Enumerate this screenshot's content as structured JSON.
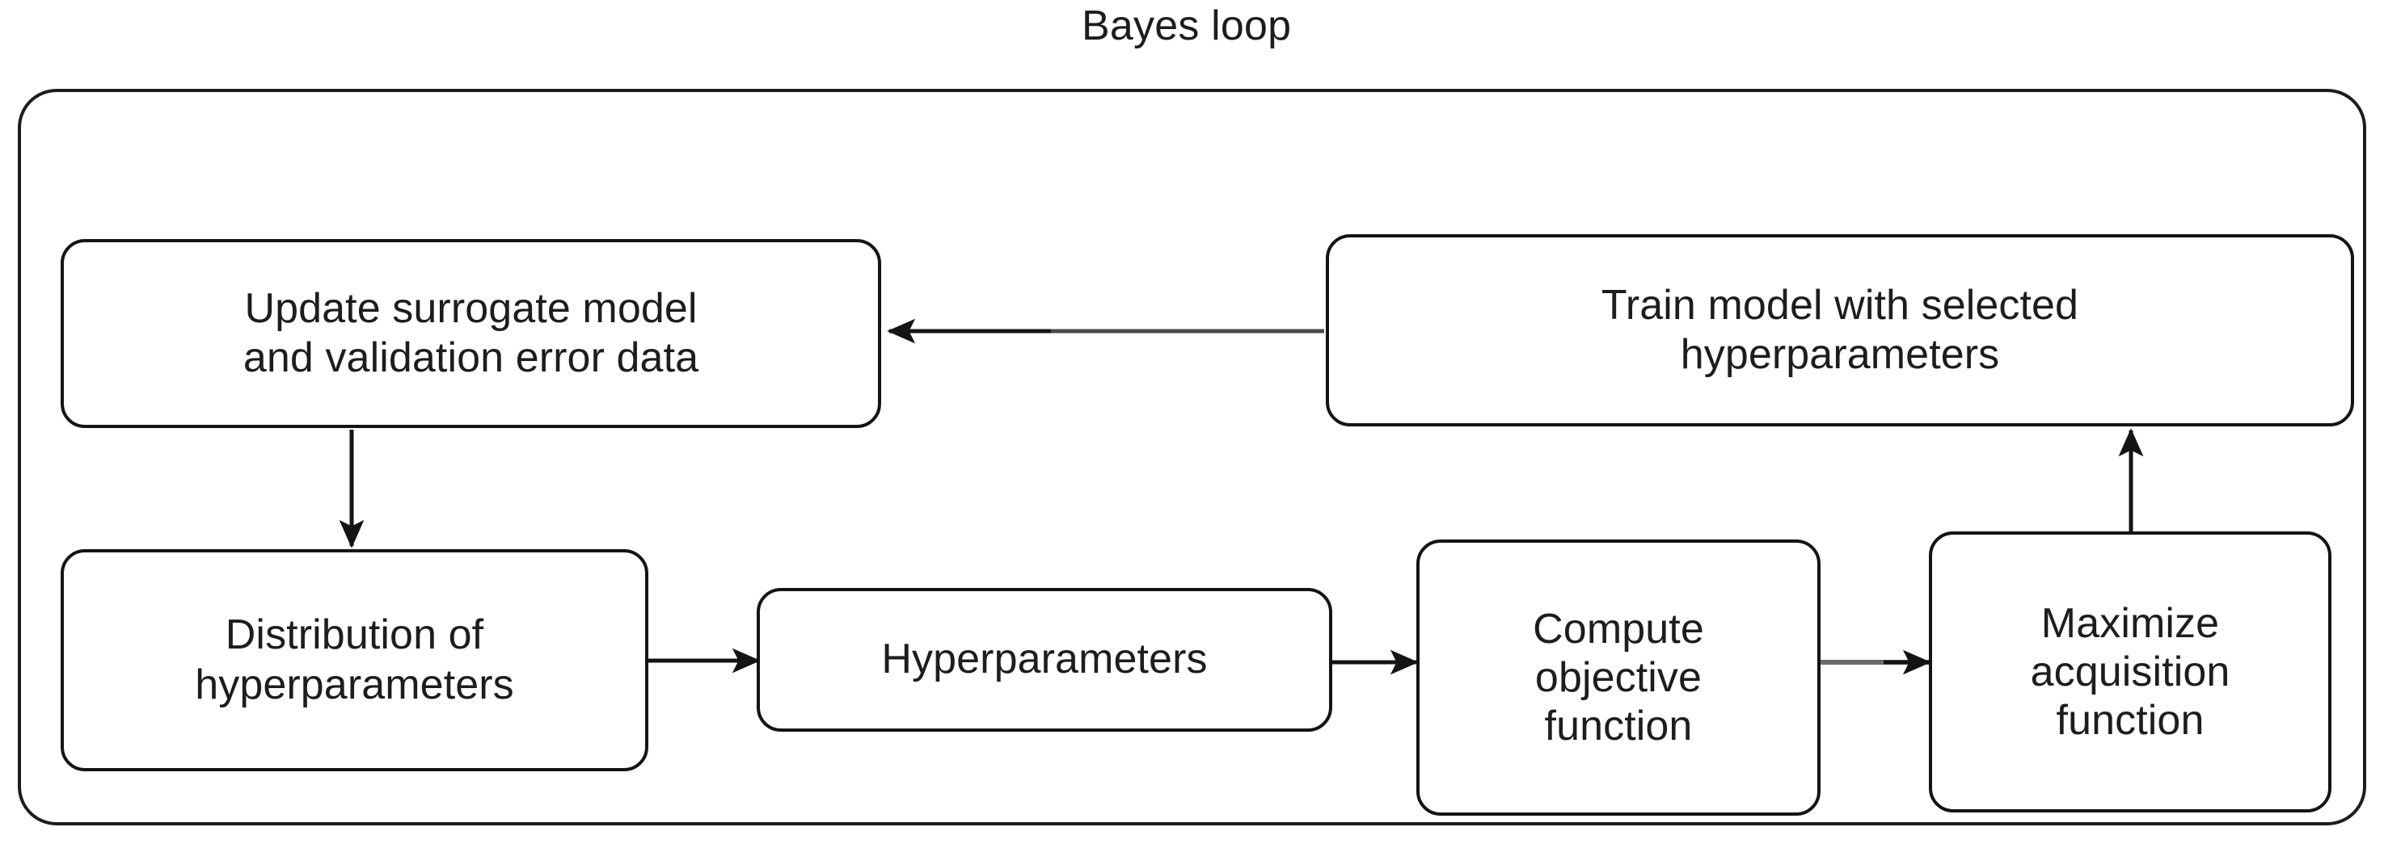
{
  "diagram": {
    "title": "Bayes loop",
    "group": {
      "label": "Bayes loop"
    },
    "nodes": [
      {
        "id": "update-surrogate-model",
        "label": "Update surrogate model\nand validation error data"
      },
      {
        "id": "train-model",
        "label": "Train model with selected\nhyperparameters"
      },
      {
        "id": "distribution-of-hyperparameters",
        "label": "Distribution of\nhyperparameters"
      },
      {
        "id": "hyperparameters",
        "label": "Hyperparameters"
      },
      {
        "id": "compute-objective-function",
        "label": "Compute\nobjective\nfunction"
      },
      {
        "id": "maximize-acquisition-function",
        "label": "Maximize\nacquisition\nfunction"
      }
    ],
    "edges": [
      {
        "id": "train-to-update",
        "from": "train-model",
        "to": "update-surrogate-model",
        "direction": "left"
      },
      {
        "id": "update-to-distribution",
        "from": "update-surrogate-model",
        "to": "distribution-of-hyperparameters",
        "direction": "down"
      },
      {
        "id": "distribution-to-hyperparameters",
        "from": "distribution-of-hyperparameters",
        "to": "hyperparameters",
        "direction": "right"
      },
      {
        "id": "hyperparameters-to-compute",
        "from": "hyperparameters",
        "to": "compute-objective-function",
        "direction": "right"
      },
      {
        "id": "compute-to-maximize",
        "from": "compute-objective-function",
        "to": "maximize-acquisition-function",
        "direction": "right"
      },
      {
        "id": "maximize-to-train",
        "from": "maximize-acquisition-function",
        "to": "train-model",
        "direction": "up"
      }
    ],
    "colors": {
      "stroke": "#141414",
      "frame_stroke": "#1d1d1d",
      "edge_stroke": "#2b2b2b",
      "edge_stroke_muted": "#6b6b6b",
      "text": "#1d1d1d",
      "background": "#ffffff"
    }
  }
}
